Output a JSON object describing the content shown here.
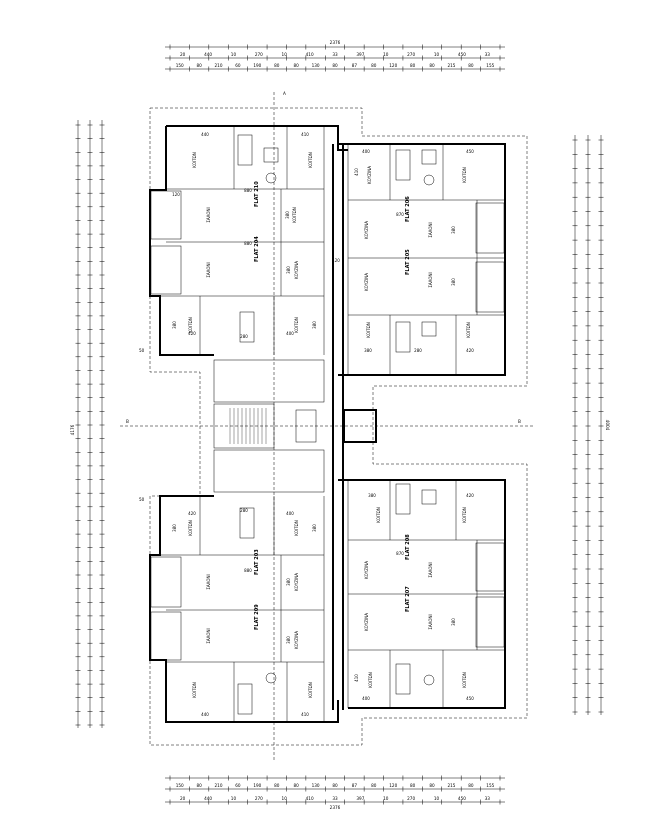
{
  "dimensions": {
    "top_total": "2376",
    "bottom_total": "2376",
    "left_total": "4176",
    "right_total": "4004",
    "top_row1": [
      "20",
      "440",
      "10",
      "270",
      "10",
      "410",
      "33",
      "397",
      "10",
      "270",
      "10",
      "450",
      "33"
    ],
    "top_row2": [
      "150",
      "80",
      "210",
      "60",
      "190",
      "80",
      "80",
      "130",
      "80",
      "87",
      "80",
      "120",
      "80",
      "80",
      "215",
      "80",
      "155"
    ],
    "bottom_row1": [
      "20",
      "440",
      "10",
      "270",
      "10",
      "410",
      "33",
      "397",
      "10",
      "270",
      "10",
      "450",
      "33"
    ],
    "bottom_row2": [
      "150",
      "80",
      "210",
      "60",
      "190",
      "80",
      "80",
      "130",
      "80",
      "87",
      "80",
      "120",
      "80",
      "80",
      "215",
      "80",
      "155"
    ]
  },
  "rooms": {
    "living": "ΣΑΛΟΝΙ",
    "bedroom": "ΚΟΙΤΩΝ",
    "kitchen": "ΚΟΥΖΙΝΑ",
    "room_380": "380",
    "room_420": "420",
    "room_400": "400",
    "room_410": "410",
    "room_440": "440",
    "room_450": "450",
    "room_870": "870",
    "room_880": "880",
    "room_280": "280",
    "room_120": "120"
  },
  "flats": {
    "f203": "FLAT 203",
    "f204": "FLAT 204",
    "f205": "FLAT 205",
    "f206": "FLAT 206",
    "f207": "FLAT 207",
    "f208": "FLAT 208",
    "f209": "FLAT 209",
    "f210": "FLAT 210"
  },
  "marks": {
    "section_a": "A",
    "section_b": "B",
    "level_50": "50"
  }
}
